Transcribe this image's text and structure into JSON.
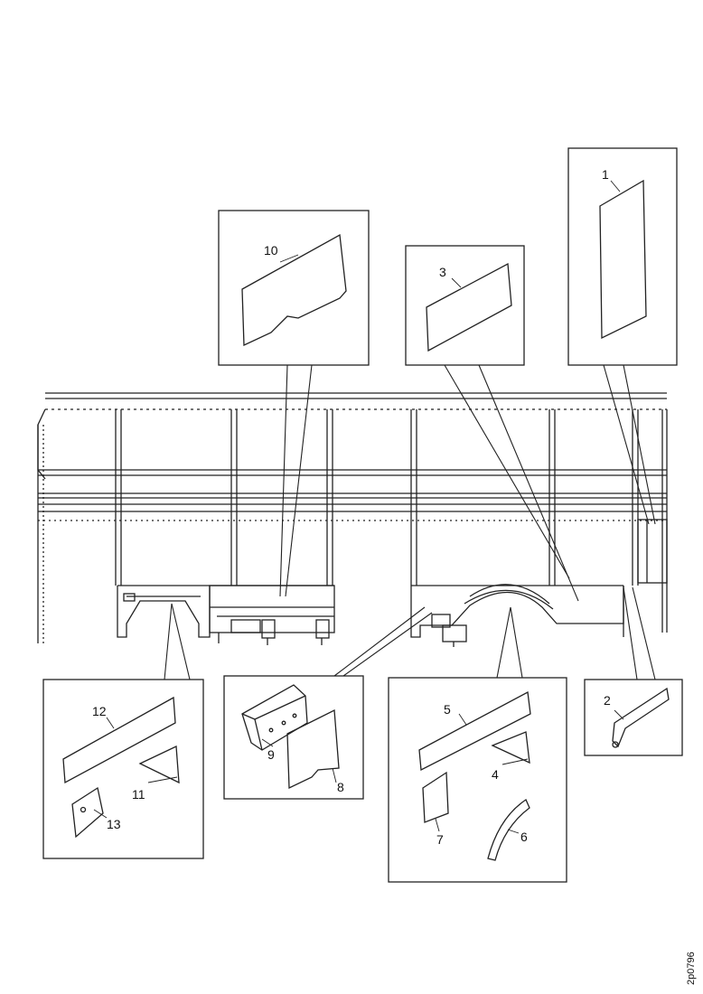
{
  "callouts": [
    "1",
    "2",
    "3",
    "4",
    "5",
    "6",
    "7",
    "8",
    "9",
    "10",
    "11",
    "12",
    "13"
  ],
  "ref_code": "2p0796"
}
